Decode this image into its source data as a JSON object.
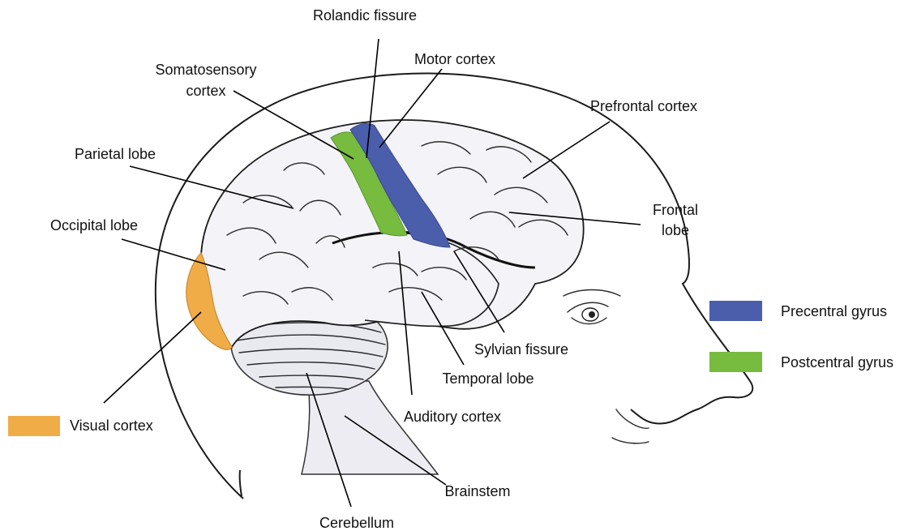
{
  "labels": {
    "rolandic_fissure": "Rolandic fissure",
    "motor_cortex": "Motor cortex",
    "somatosensory_cortex_line1": "Somatosensory",
    "somatosensory_cortex_line2": "cortex",
    "prefrontal_cortex": "Prefrontal cortex",
    "parietal_lobe": "Parietal lobe",
    "frontal_lobe_line1": "Frontal",
    "frontal_lobe_line2": "lobe",
    "occipital_lobe": "Occipital lobe",
    "sylvian_fissure": "Sylvian fissure",
    "temporal_lobe": "Temporal lobe",
    "auditory_cortex": "Auditory cortex",
    "brainstem": "Brainstem",
    "cerebellum": "Cerebellum"
  },
  "legend": [
    {
      "label": "Precentral gyrus",
      "color": "#4a5eac"
    },
    {
      "label": "Postcentral gyrus",
      "color": "#77bb3f"
    },
    {
      "label": "Visual cortex",
      "color": "#f0ad47"
    }
  ],
  "colors": {
    "precentral_gyrus": "#4a5eac",
    "postcentral_gyrus": "#77bb3f",
    "visual_cortex": "#f0ad47",
    "brain_fill": "#f3f3f8",
    "cerebellum_fill": "#e9e9f0"
  }
}
